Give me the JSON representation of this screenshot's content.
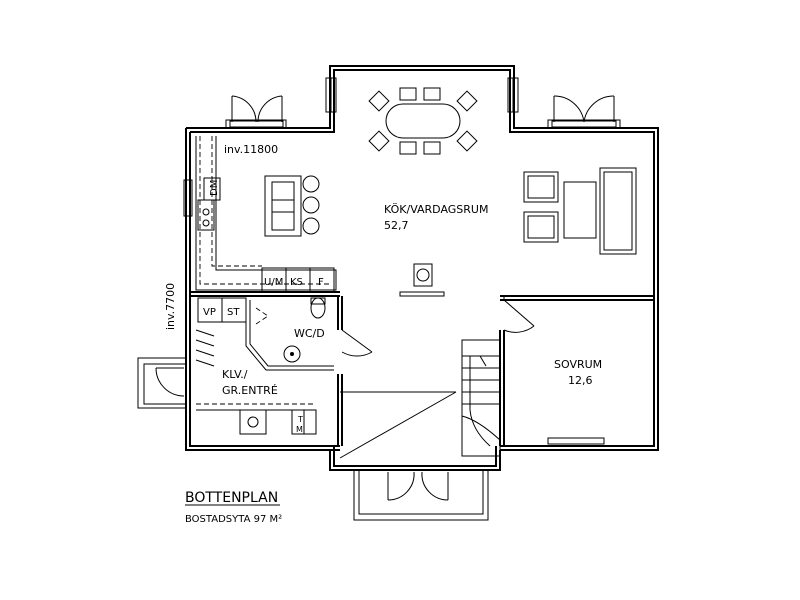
{
  "plan": {
    "title": "BOTTENPLAN",
    "subtitle": "BOSTADSYTA  97 M²",
    "dim_width": "inv.11800",
    "dim_depth": "inv.7700"
  },
  "rooms": {
    "kitchen_living": {
      "name": "KÖK/VARDAGSRUM",
      "area": "52,7"
    },
    "bedroom": {
      "name": "SOVRUM",
      "area": "12,6"
    },
    "wc": {
      "name": "WC/D"
    },
    "hall": {
      "name_line1": "KLV./",
      "name_line2": "GR.ENTRÉ"
    }
  },
  "appliances": {
    "dishwasher": "DM",
    "microwave_oven": "U/M",
    "fridge": "KS",
    "freezer": "F",
    "water_heater": "VP",
    "storage": "ST",
    "dryer": "T",
    "washer": "M"
  }
}
